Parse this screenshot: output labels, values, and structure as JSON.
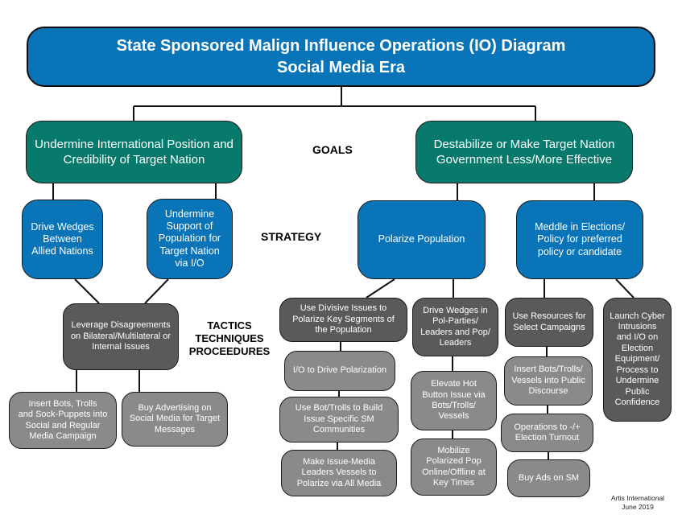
{
  "title": {
    "line1": "State Sponsored Malign Influence Operations (IO) Diagram",
    "line2": "Social Media Era"
  },
  "labels": {
    "goals": "GOALS",
    "strategy": "STRATEGY",
    "ttp": "TACTICS\nTECHNIQUES\nPROCEEDURES"
  },
  "colors": {
    "title": "#0a74b8",
    "goal": "#077a6b",
    "strategy": "#0a74b8",
    "tactic": "#5a5a5a",
    "technique": "#8a8a8a"
  },
  "goals": [
    {
      "text": "Undermine International Position and\nCredibility of Target Nation"
    },
    {
      "text": "Destabilize or Make Target Nation\nGovernment Less/More Effective"
    }
  ],
  "strategies": [
    {
      "text": "Drive Wedges\nBetween\nAllied Nations"
    },
    {
      "text": "Undermine\nSupport of\nPopulation for\nTarget Nation\nvia I/O"
    },
    {
      "text": "Polarize Population"
    },
    {
      "text": "Meddle in Elections/\nPolicy for preferred\npolicy or candidate"
    }
  ],
  "tactics": [
    {
      "text": "Leverage Disagreements\non Bilateral/Multilateral or\nInternal Issues"
    },
    {
      "text": "Use Divisive Issues to\nPolarize Key Segments of\nthe Population"
    },
    {
      "text": "Drive Wedges in\nPol-Parties/\nLeaders and Pop/\nLeaders"
    },
    {
      "text": "Use Resources for\nSelect Campaigns"
    },
    {
      "text": "Launch Cyber\nIntrusions\nand I/O on\nElection\nEquipment/\nProcess to\nUndermine\nPublic\nConfidence"
    }
  ],
  "techniques": [
    {
      "text": "Insert Bots, Trolls\nand Sock-Puppets into\nSocial and Regular\nMedia Campaign"
    },
    {
      "text": "Buy Advertising on\nSocial Media for Target\nMessages"
    },
    {
      "text": "I/O to Drive Polarization"
    },
    {
      "text": "Use Bot/Trolls to Build\nIssue Specific SM\nCommunities"
    },
    {
      "text": "Make Issue-Media\nLeaders Vessels to\nPolarize via All Media"
    },
    {
      "text": "Elevate Hot\nButton Issue via\nBots/Trolls/\nVessels"
    },
    {
      "text": "Mobilize\nPolarized Pop\nOnline/Offline at\nKey Times"
    },
    {
      "text": "Insert Bots/Trolls/\nVessels into Public\nDiscourse"
    },
    {
      "text": "Operations to -/+\nElection Turnout"
    },
    {
      "text": "Buy Ads on SM"
    }
  ],
  "credit": {
    "org": "Artis International",
    "date": "June 2019"
  }
}
